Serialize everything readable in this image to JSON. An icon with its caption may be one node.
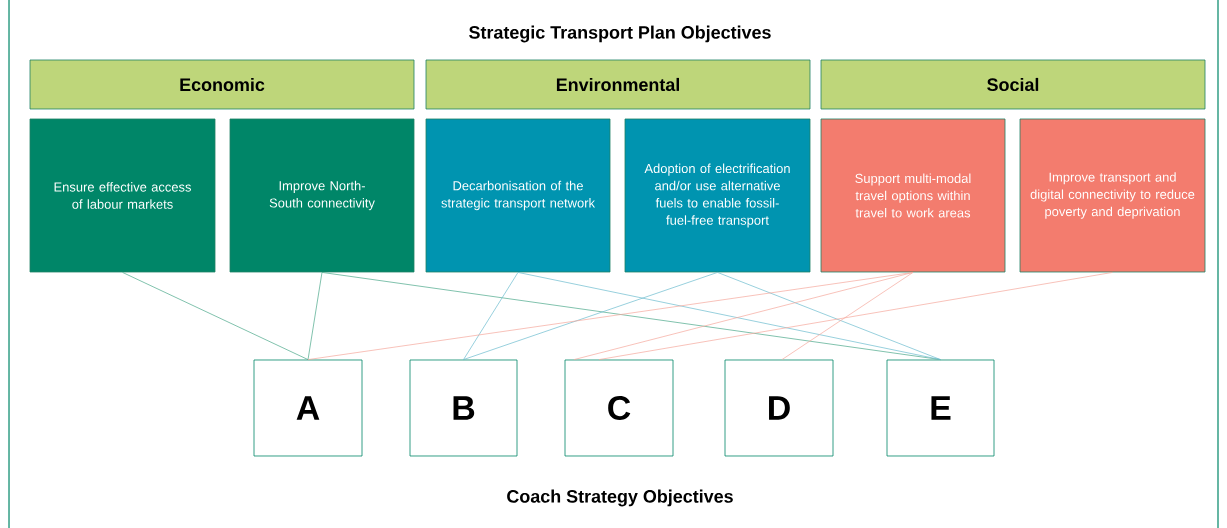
{
  "diagram": {
    "title": "Strategic Transport Plan Objectives",
    "nodes": [
      {
        "text": [
          "Economic"
        ]
      },
      {
        "text": [
          "Environmental"
        ]
      },
      {
        "text": [
          "Social"
        ]
      },
      {
        "text": [
          "Ensure effective access of labour markets"
        ]
      },
      {
        "text": [
          "Improve North-South connectivity"
        ]
      },
      {
        "text": [
          "Decarbonisation of the strategic transport network"
        ]
      },
      {
        "text": [
          "Adoption of electrification and/or use alternative fuels to enable fossil-fuel-free transport"
        ]
      },
      {
        "text": [
          "Support multi-modal travel options within travel to work areas"
        ]
      },
      {
        "text": [
          "Improve transport and digital connectivity to reduce poverty and deprivation"
        ]
      },
      {
        "text": [
          "A"
        ]
      },
      {
        "text": [
          "B"
        ]
      },
      {
        "text": [
          "C"
        ]
      },
      {
        "text": [
          "D"
        ]
      },
      {
        "text": [
          "E"
        ]
      }
    ],
    "edges": [
      {
        "from": 3,
        "to": 9,
        "arrow": "none",
        "color": "#4aa88a"
      },
      {
        "from": 4,
        "to": 9,
        "arrow": "none",
        "color": "#4aa88a"
      },
      {
        "from": 4,
        "to": 13,
        "arrow": "none",
        "color": "#4aa88a"
      },
      {
        "from": 5,
        "to": 10,
        "arrow": "none",
        "color": "#6bbccf"
      },
      {
        "from": 5,
        "to": 13,
        "arrow": "none",
        "color": "#6bbccf"
      },
      {
        "from": 6,
        "to": 10,
        "arrow": "none",
        "color": "#6bbccf"
      },
      {
        "from": 6,
        "to": 13,
        "arrow": "none",
        "color": "#6bbccf"
      },
      {
        "from": 7,
        "to": 9,
        "arrow": "none",
        "color": "#f5a89c"
      },
      {
        "from": 7,
        "to": 11,
        "arrow": "none",
        "color": "#f5a89c"
      },
      {
        "from": 7,
        "to": 12,
        "arrow": "none",
        "color": "#f5a89c"
      },
      {
        "from": 8,
        "to": 11,
        "arrow": "none",
        "color": "#f5a89c"
      }
    ],
    "labels": [
      "Coach Strategy Objectives"
    ]
  }
}
